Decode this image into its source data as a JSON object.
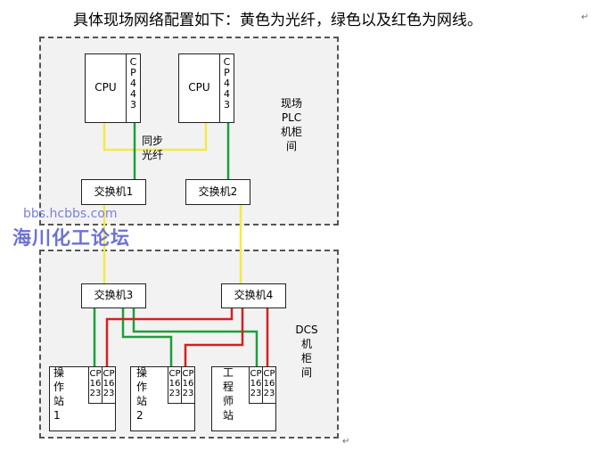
{
  "caption": "具体现场网络配置如下：黄色为光纤，绿色以及红色为网线。",
  "colors": {
    "fiber": "#f2ea48",
    "green": "#1e9e3c",
    "red": "#d42020",
    "cabinet_bg": "#f2f2f2"
  },
  "plc_cabinet": {
    "label": "现场\nPLC\n机柜\n间",
    "cpu1": {
      "cpu": "CPU",
      "cp": "C\nP\n4\n4\n3"
    },
    "cpu2": {
      "cpu": "CPU",
      "cp": "C\nP\n4\n4\n3"
    },
    "sync_label": "同步\n光纤",
    "switch1": "交换机1",
    "switch2": "交换机2"
  },
  "dcs_cabinet": {
    "label": "DCS\n机\n柜\n间",
    "switch3": "交换机3",
    "switch4": "交换机4",
    "station1": {
      "name": "操\n作\n站\n1",
      "cp_a": "CP\n16\n23",
      "cp_b": "CP\n16\n23"
    },
    "station2": {
      "name": "操\n作\n站\n2",
      "cp_a": "CP\n16\n23",
      "cp_b": "CP\n16\n23"
    },
    "station3": {
      "name": "工\n程\n师\n站",
      "cp_a": "CP\n16\n23",
      "cp_b": "CP\n16\n23"
    }
  },
  "watermark": {
    "url": "bbs.hcbbs.com",
    "name": "海川化工论坛"
  },
  "marks": {
    "return": "↵"
  }
}
